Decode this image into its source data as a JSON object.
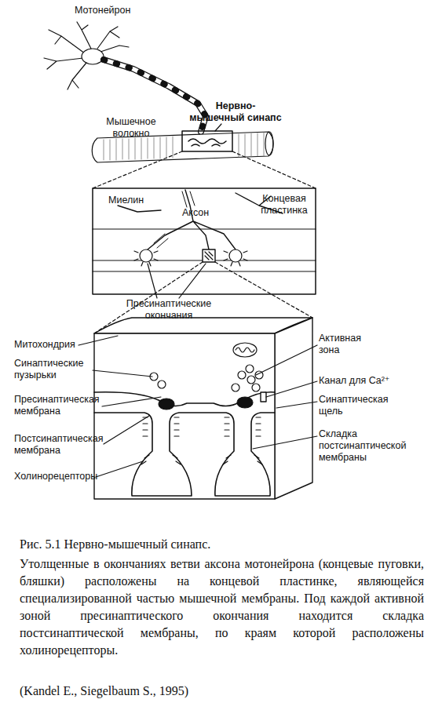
{
  "diagram": {
    "caption": "Рис. 5.1 Нервно-мышечный синапс.",
    "labels": [
      "Мотонейрон",
      "Нервно-мышечный синапс",
      "Мышечное волокно",
      "Миелин",
      "Аксон",
      "Концевая пластинка",
      "Пресинаптические окончания",
      "Митохондрия",
      "Синаптические пузырьки",
      "Пресинаптическая мембрана",
      "Постсинаптическая мембрана",
      "Холинорецепторы",
      "Активная зона",
      "Канал для Ca²⁺",
      "Синаптическая щель",
      "Складка постсинаптической мембраны",
      "Утолщенные в окончаниях ветви аксона мотонейрона (концевые пуговки, бляшки) расположены на концевой пластинке, являющейся специализированной частью мышечной мембраны. Под каждой активной зоной пресинаптического окончания находится складка постсинаптической мембраны, по краям которой расположены холинорецепторы.",
      "(Kandel E., Siegelbaum S., 1995)"
    ]
  }
}
